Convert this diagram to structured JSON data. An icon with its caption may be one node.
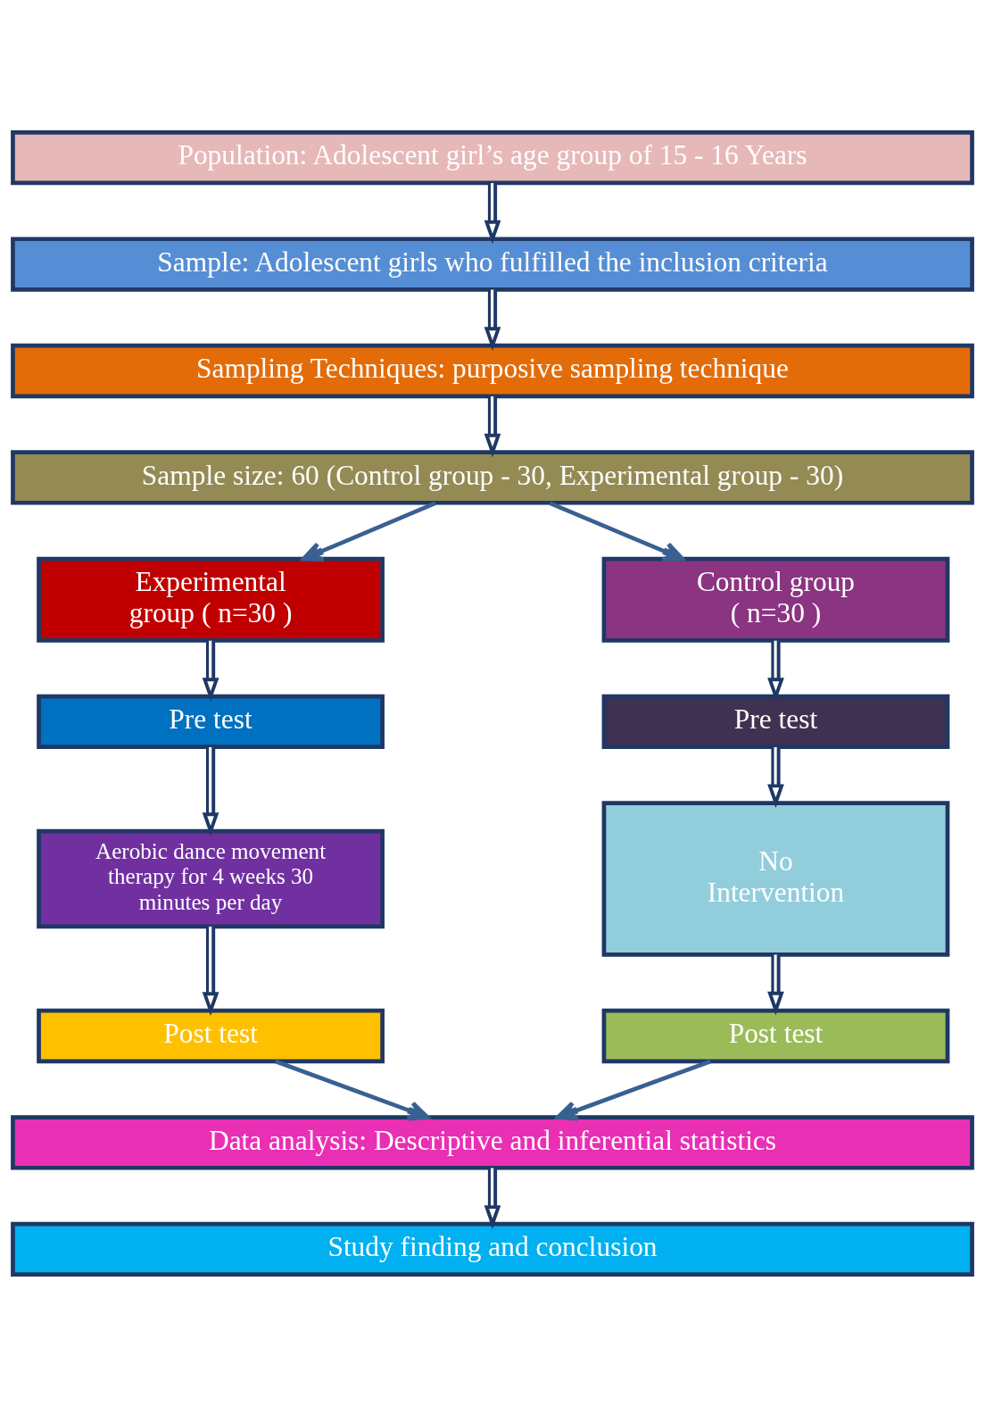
{
  "diagram": {
    "nodes": [
      {
        "text": [
          "Population: Adolescent girl’s age group of 15 - 16 Years"
        ]
      },
      {
        "text": [
          "Sample: Adolescent girls who fulfilled the inclusion criteria"
        ]
      },
      {
        "text": [
          "Sampling Techniques: purposive sampling technique"
        ]
      },
      {
        "text": [
          "Sample size: 60 (Control group - 30, Experimental group - 30)"
        ]
      },
      {
        "text": [
          "Experimental group ( n=30 )"
        ]
      },
      {
        "text": [
          "Control group ( n=30 )"
        ]
      },
      {
        "text": [
          "Pre test"
        ]
      },
      {
        "text": [
          "Pre test"
        ]
      },
      {
        "text": [
          "Aerobic dance movement therapy for 4 weeks 30 minutes per day"
        ]
      },
      {
        "text": [
          "No Intervention"
        ]
      },
      {
        "text": [
          "Post test"
        ]
      },
      {
        "text": [
          "Post test"
        ]
      },
      {
        "text": [
          "Data analysis: Descriptive and inferential statistics"
        ]
      },
      {
        "text": [
          "Study finding and conclusion"
        ]
      }
    ],
    "edges": [
      {
        "from": 0,
        "to": 1,
        "arrow": "to"
      },
      {
        "from": 1,
        "to": 2,
        "arrow": "to"
      },
      {
        "from": 2,
        "to": 3,
        "arrow": "to"
      },
      {
        "from": 3,
        "to": 4,
        "arrow": "to",
        "color": "#386192"
      },
      {
        "from": 3,
        "to": 5,
        "arrow": "to",
        "color": "#386192"
      },
      {
        "from": 4,
        "to": 6,
        "arrow": "to"
      },
      {
        "from": 5,
        "to": 7,
        "arrow": "to"
      },
      {
        "from": 6,
        "to": 8,
        "arrow": "to"
      },
      {
        "from": 7,
        "to": 9,
        "arrow": "to"
      },
      {
        "from": 8,
        "to": 10,
        "arrow": "to"
      },
      {
        "from": 9,
        "to": 11,
        "arrow": "to"
      },
      {
        "from": 10,
        "to": 12,
        "arrow": "to",
        "color": "#386192"
      },
      {
        "from": 11,
        "to": 12,
        "arrow": "to",
        "color": "#386192"
      },
      {
        "from": 12,
        "to": 13,
        "arrow": "to"
      }
    ]
  }
}
